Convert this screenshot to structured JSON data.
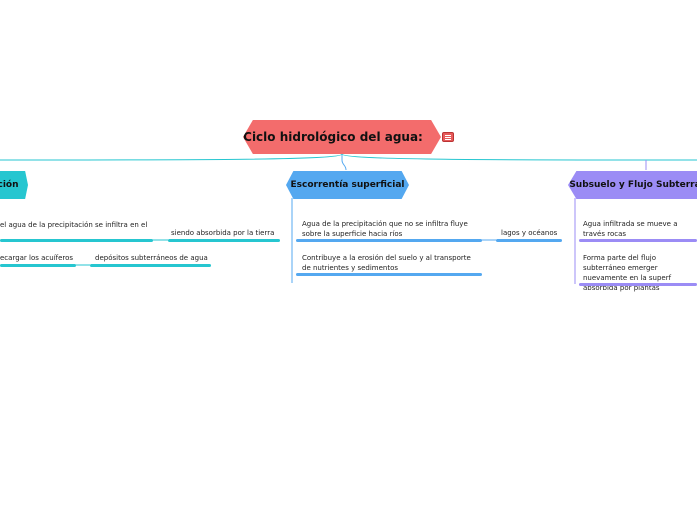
{
  "root": {
    "title": "Ciclo hidrológico del agua:",
    "icon": "note-icon"
  },
  "branches": {
    "left": {
      "label": "ción",
      "color": "#26c6d0"
    },
    "middle": {
      "label": "Escorrentía superficial",
      "color": "#54a8f0"
    },
    "right": {
      "label": "Subsuelo y Flujo Subterrá",
      "color": "#9b8cf5"
    }
  },
  "left_topics": [
    "el agua de la precipitación se infiltra en el",
    "siendo absorbida por la tierra",
    "ecargar los acuíferos",
    "depósitos subterráneos de agua"
  ],
  "middle_topics": [
    "Agua de la precipitación que no se infiltra fluye sobre la superficie hacia ríos",
    "lagos y océanos",
    "Contribuye a la erosión del suelo y al transporte de nutrientes y sedimentos"
  ],
  "right_topics": [
    "Agua infiltrada se mueve a través rocas",
    "Forma parte del flujo subterráneo emerger nuevamente en la superf absorbida por plantas"
  ]
}
